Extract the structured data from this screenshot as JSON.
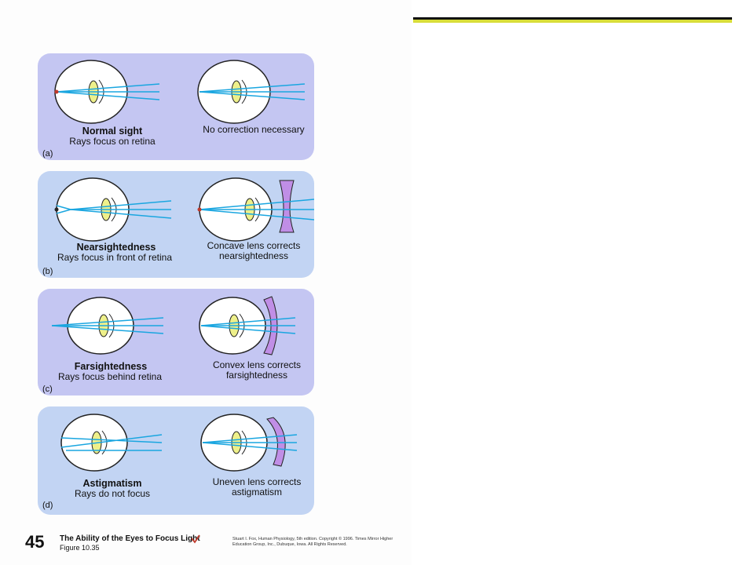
{
  "panels": [
    {
      "tag": "(a)",
      "left_title": "Normal sight",
      "left_sub": "Rays focus on retina",
      "right_text": [
        "No correction necessary"
      ]
    },
    {
      "tag": "(b)",
      "left_title": "Nearsightedness",
      "left_sub": "Rays focus in front of retina",
      "right_text": [
        "Concave lens corrects",
        "nearsightedness"
      ]
    },
    {
      "tag": "(c)",
      "left_title": "Farsightedness",
      "left_sub": "Rays focus behind retina",
      "right_text": [
        "Convex lens corrects",
        "farsightedness"
      ]
    },
    {
      "tag": "(d)",
      "left_title": "Astigmatism",
      "left_sub": "Rays do not focus",
      "right_text": [
        "Uneven lens corrects",
        "astigmatism"
      ]
    }
  ],
  "footer": {
    "page_number": "45",
    "title": "The Ability of the Eyes to Focus Light",
    "figure": "Figure 10.35",
    "citation": "Stuart I. Fox, Human Physiology, 5th edition. Copyright © 1996. Times Mirror Higher Education Group, Inc., Dubuque, Iowa. All Rights Reserved."
  },
  "colors": {
    "panel_purple": "#c4c6f2",
    "panel_blue": "#c2d4f3",
    "ray": "#1aa6e0",
    "lens_yellow": "#eef08a",
    "corrective_lens": "#c08ee6",
    "accent_line": "#d8dd3a"
  }
}
